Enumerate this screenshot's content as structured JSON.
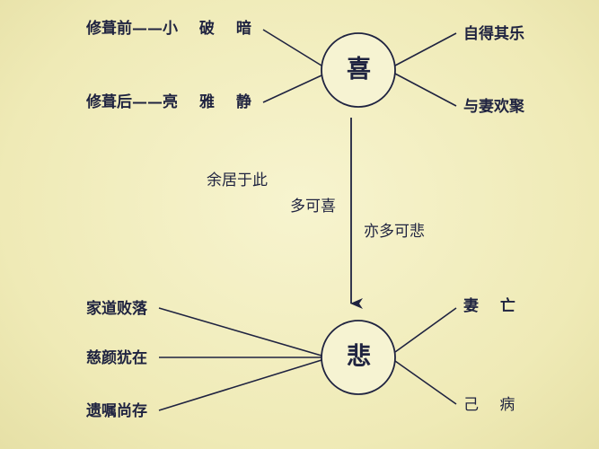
{
  "colors": {
    "line": "#1f2340",
    "text": "#1f2340",
    "circle_fill": "#f6f3d2"
  },
  "joy": {
    "center": "喜",
    "left": [
      {
        "prefix": "修葺前——",
        "detail": "小  破  暗"
      },
      {
        "prefix": "修葺后——",
        "detail": "亮  雅  静"
      }
    ],
    "right": [
      "自得其乐",
      "与妻欢聚"
    ]
  },
  "transition": [
    "余居于此",
    "多可喜",
    "亦多可悲"
  ],
  "sorrow": {
    "center": "悲",
    "left": [
      "家道败落",
      "慈颜犹在",
      "遗嘱尚存"
    ],
    "right": [
      "妻  亡",
      "己  病"
    ]
  }
}
